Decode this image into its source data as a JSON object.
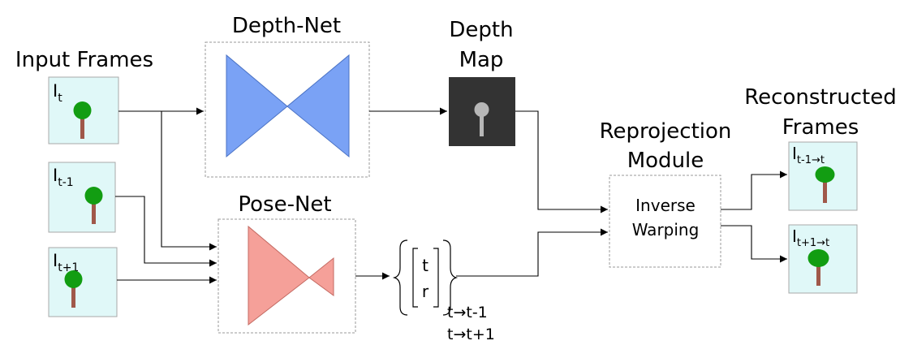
{
  "labels": {
    "input_frames": "Input Frames",
    "depth_net": "Depth-Net",
    "pose_net": "Pose-Net",
    "depth_map_line1": "Depth",
    "depth_map_line2": "Map",
    "reprojection_line1": "Reprojection",
    "reprojection_line2": "Module",
    "inverse_warping_line1": "Inverse",
    "inverse_warping_line2": "Warping",
    "reconstructed_line1": "Reconstructed",
    "reconstructed_line2": "Frames",
    "translation": "t",
    "rotation": "r",
    "pose_pair1": "t→t-1",
    "pose_pair2": "t→t+1"
  },
  "input_frames": [
    {
      "base": "I",
      "sub": "t"
    },
    {
      "base": "I",
      "sub": "t-1"
    },
    {
      "base": "I",
      "sub": "t+1"
    }
  ],
  "output_frames": [
    {
      "base": "I",
      "sub": "t-1→t"
    },
    {
      "base": "I",
      "sub": "t+1→t"
    }
  ],
  "colors": {
    "frame_bg": "#e0f8f8",
    "tree_trunk": "#a0584a",
    "tree_leaves": "#129d12",
    "depth_net": "#7aa2f5",
    "pose_net": "#f5a099",
    "depth_map_bg": "#333333",
    "depth_tree": "#b7b7b7"
  }
}
